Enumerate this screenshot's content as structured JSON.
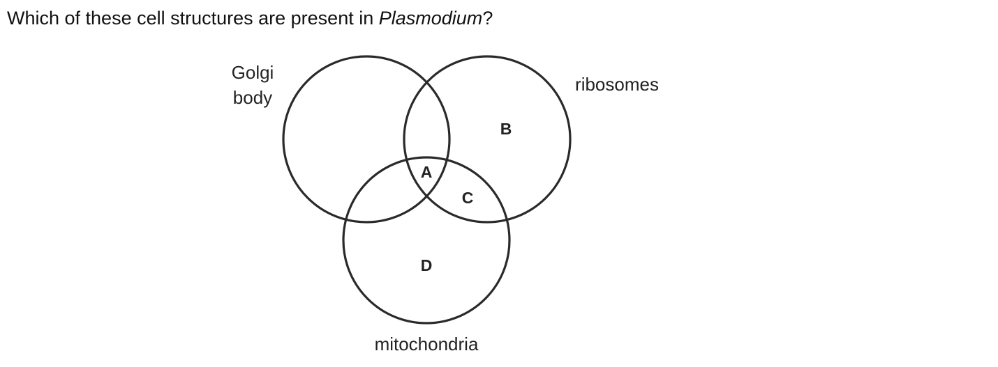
{
  "question": {
    "prefix": "Which of these cell structures are present in ",
    "organism": "Plasmodium",
    "suffix": "?"
  },
  "venn": {
    "sets": {
      "golgi_line1": "Golgi",
      "golgi_line2": "body",
      "ribosomes": "ribosomes",
      "mitochondria": "mitochondria"
    },
    "regions": {
      "A": "A",
      "B": "B",
      "C": "C",
      "D": "D"
    }
  }
}
